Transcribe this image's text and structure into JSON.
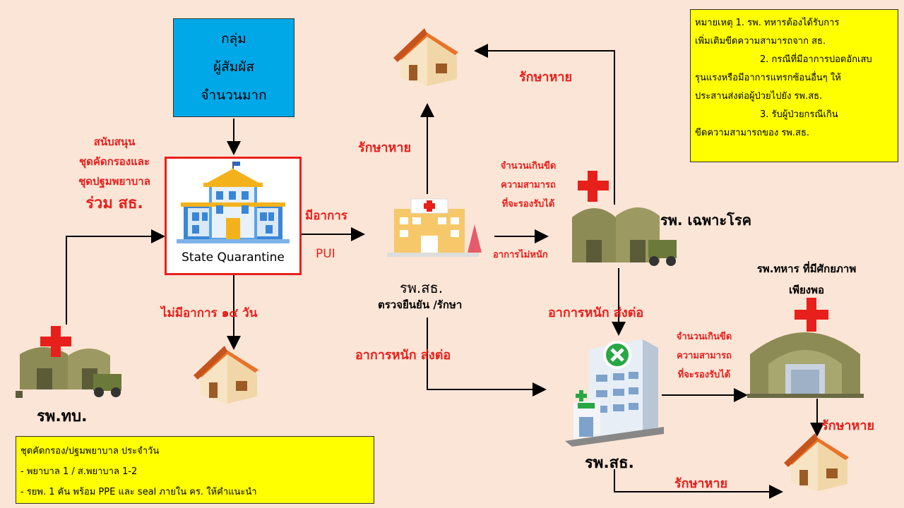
{
  "contact_group": {
    "line1": "กลุ่ม",
    "line2": "ผู้สัมผัส",
    "line3": "จำนวนมาก"
  },
  "state_quarantine": {
    "label": "State Quarantine"
  },
  "support": {
    "line1": "สนับสนุน",
    "line2": "ชุดคัดกรองและ",
    "line3": "ชุดปฐมพยาบาล",
    "line4": "ร่วม สธ."
  },
  "symptom_pui": {
    "line1": "มีอาการ",
    "line2": "PUI"
  },
  "no_symptom": "ไม่มีอาการ ๑๔ วัน",
  "army_hospital_left": "รพ.ทบ.",
  "moph_hospital_top": {
    "line1": "รพ.สธ.",
    "line2": "ตรวจยืนยัน /รักษา"
  },
  "cured_labels": {
    "top_left": "รักษาหาย",
    "top_right": "รักษาหาย",
    "right": "รักษาหาย",
    "bottom": "รักษาหาย"
  },
  "overflow_1": {
    "line1": "จำนวนเกินขีด",
    "line2": "ความสามารถ",
    "line3": "ที่จะรองรับได้"
  },
  "mild": "อาการไม่หนัก",
  "specialty_hospital": "รพ. เฉพาะโรค",
  "severe_1": "อาการหนัก ส่งต่อ",
  "severe_2": "อาการหนัก ส่งต่อ",
  "moph_hospital_bottom": "รพ.สธ.",
  "overflow_2": {
    "line1": "จำนวนเกินขีด",
    "line2": "ความสามารถ",
    "line3": "ที่จะรองรับได้"
  },
  "military_capable": {
    "line1": "รพ.ทหาร ที่มีศักยภาพ",
    "line2": "เพียงพอ"
  },
  "note_top": {
    "line1": "หมายเหตุ   1. รพ. ทหารต้องได้รับการ",
    "line2": "เพิ่มเติมขีดความสามารถจาก สธ.",
    "line3": "2. กรณีที่มีอาการปอดอักเสบ",
    "line4": "รุนแรงหรือมีอาการแทรกซ้อนอื่นๆ ให้",
    "line5": "ประสานส่งต่อผู้ป่วยไปยัง รพ.สธ.",
    "line6": "3. รับผู้ป่วยกรณีเกิน",
    "line7": "ขีดความสามารถของ รพ.สธ."
  },
  "note_bottom": {
    "line1": "ชุดคัดกรอง/ปฐมพยาบาล ประจำวัน",
    "line2": "- พยาบาล 1 / ส.พยาบาล 1-2",
    "line3": "- รยพ. 1 คัน พร้อม PPE และ seal ภายใน คร. ให้คำแนะนำ"
  },
  "colors": {
    "background": "#fbe5d6",
    "accent_red": "#e8201c",
    "note_yellow": "#ffff00",
    "group_blue": "#00a8e8"
  }
}
